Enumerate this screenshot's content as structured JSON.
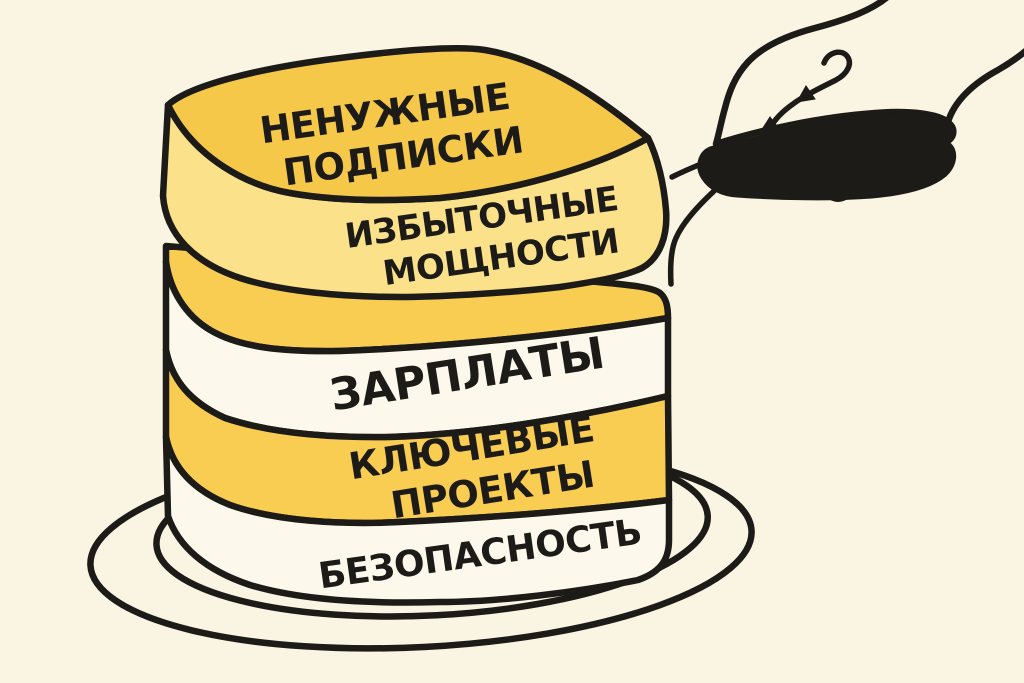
{
  "scene": {
    "description": "Hand-drawn illustration of a layered cake on a plate. A hand with a black-handled cake server lifts off the top layer.",
    "metaphor": "Budget layers: the removable top layer holds cuttable expenses, the base layers hold essential ones."
  },
  "layers": [
    {
      "id": "unneeded-subscriptions",
      "face": "top of lifted layer",
      "line1": "НЕНУЖНЫЕ",
      "line2": "ПОДПИСКИ"
    },
    {
      "id": "excess-capacity",
      "face": "side of lifted layer",
      "line1": "ИЗБЫТОЧНЫЕ",
      "line2": "МОЩНОСТИ"
    },
    {
      "id": "salaries",
      "face": "upper white band",
      "line1": "ЗАРПЛАТЫ"
    },
    {
      "id": "key-projects",
      "face": "middle yellow band",
      "line1": "КЛЮЧЕВЫЕ",
      "line2": "ПРОЕКТЫ"
    },
    {
      "id": "security",
      "face": "bottom white band",
      "line1": "БЕЗОПАСНОСТЬ"
    }
  ],
  "colors": {
    "background": "#FAF4E2",
    "outline": "#1d1b17",
    "cream_white": "#FCF9EC",
    "yellow_top": "#F6C84A",
    "yellow_band": "#F9CD52",
    "yellow_light_side": "#FBE189",
    "ink_black": "#1d1b17",
    "text": "#1d1b17"
  }
}
